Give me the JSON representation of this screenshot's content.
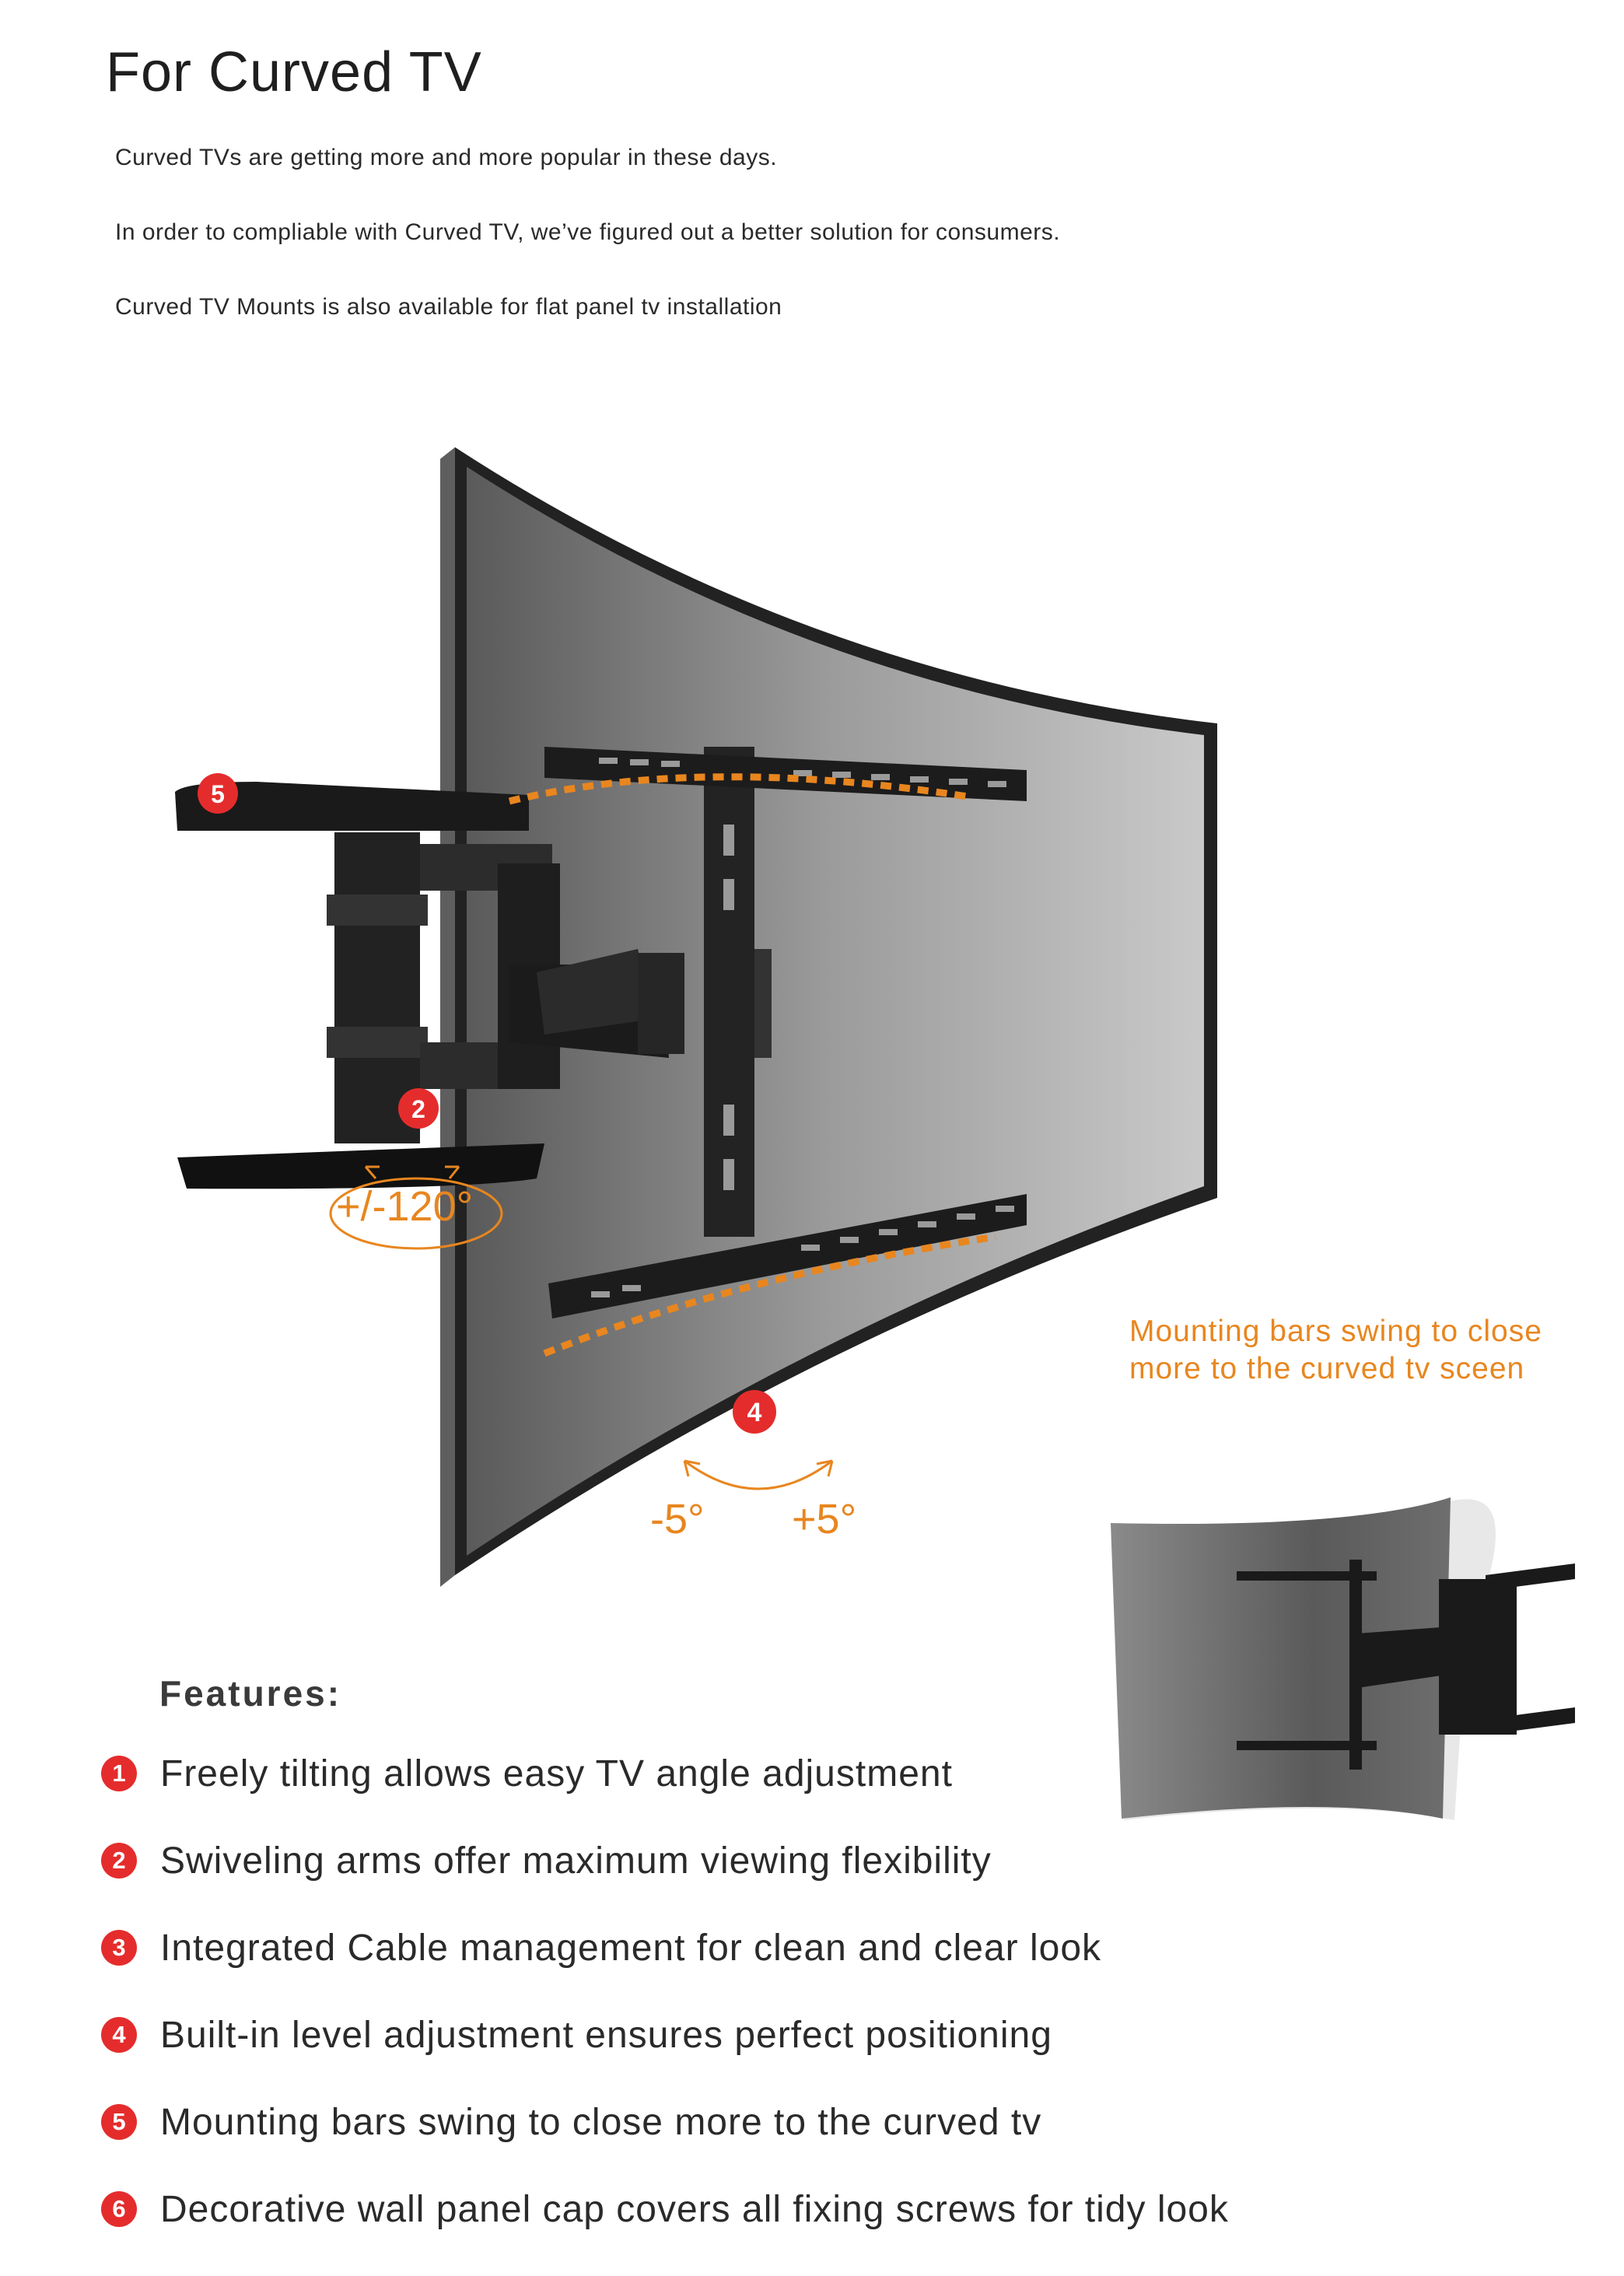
{
  "header": {
    "title": "For Curved TV",
    "intro": [
      "Curved TVs are getting more and more popular in these days.",
      "In order to compliable with Curved TV, we’ve figured out a better solution for consumers.",
      "Curved TV Mounts is also available for flat panel tv installation"
    ]
  },
  "diagram": {
    "swivel_angle": "+/-120°",
    "tilt_minus": "-5°",
    "tilt_plus": "+5°",
    "badges": [
      "5",
      "2",
      "4"
    ],
    "callout": [
      "Mounting bars swing  to  close",
      "more to  the curved tv sceen"
    ]
  },
  "features": {
    "heading": "Features:",
    "items": [
      {
        "num": "1",
        "text": "Freely tilting allows easy TV angle adjustment"
      },
      {
        "num": "2",
        "text": "Swiveling arms offer maximum viewing flexibility"
      },
      {
        "num": "3",
        "text": "Integrated Cable management for clean and clear look"
      },
      {
        "num": "4",
        "text": "Built-in level adjustment ensures perfect positioning"
      },
      {
        "num": "5",
        "text": "Mounting bars swing to close more to the curved tv"
      },
      {
        "num": "6",
        "text": "Decorative wall panel cap  covers all fixing screws for tidy look"
      }
    ]
  },
  "colors": {
    "accent": "#e8861f",
    "badge": "#e52c2c",
    "text": "#2a2a2a"
  }
}
